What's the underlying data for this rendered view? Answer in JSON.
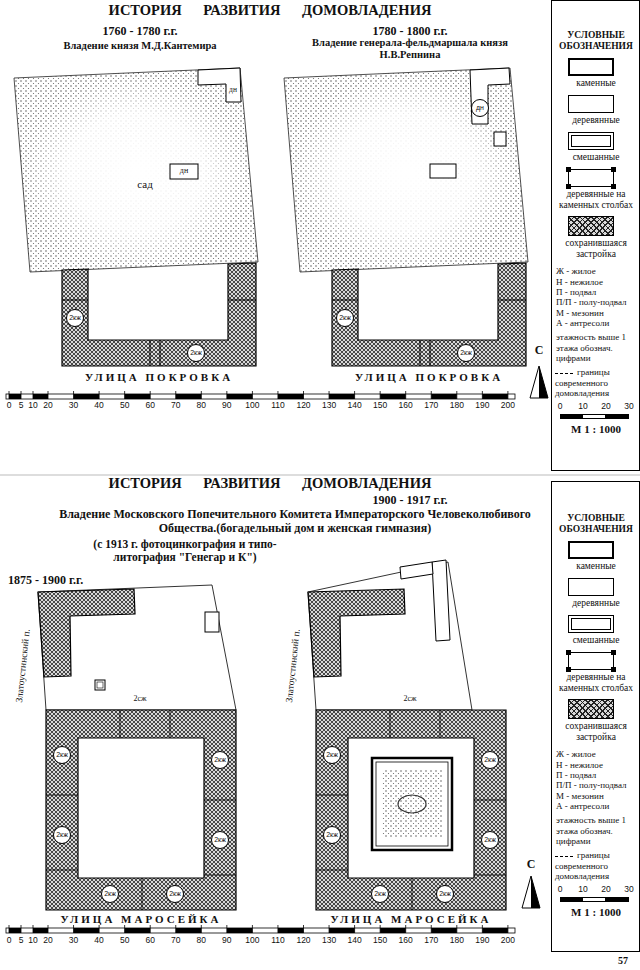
{
  "diagram": {
    "title": "ИСТОРИЯ РАЗВИТИЯ ДОМОВЛАДЕНИЯ",
    "labels": [
      "1760 - 1780 г.г.",
      "Владение князя М.Д.Кантемира",
      "1780 - 1800 г.г.",
      "Владение генерала-фельдмаршала князя Н.В.Репнина",
      "дн",
      "сад",
      "дн",
      "дн",
      "2кж",
      "2кж",
      "2кж",
      "2кж",
      "УЛИЦА ПОКРОВКА",
      "УЛИЦА ПОКРОВКА",
      "С",
      "0",
      "5",
      "10",
      "20",
      "30",
      "40",
      "50",
      "60",
      "70",
      "80",
      "90",
      "100",
      "110",
      "120",
      "130",
      "140",
      "150",
      "160",
      "170",
      "180",
      "190",
      "200",
      "УСЛОВНЫЕ ОБОЗНАЧЕНИЯ",
      "Ж - жилое",
      "Н - нежилое",
      "П - подвал",
      "П/П - полу-подвал",
      "М - мезонин",
      "А - антресоли",
      "этажность выше 1 этажа обознач. цифрами",
      "0",
      "10",
      "20",
      "30",
      "М 1 : 1000",
      "ИСТОРИЯ РАЗВИТИЯ ДОМОВЛАДЕНИЯ",
      "1875 - 1900 г.г.",
      "1900 - 1917 г.г.",
      "Владение Московского Попечительного Комитета Императорского Человеколюбивого Общества.(богадельный дом и женская гимназия)",
      "(с 1913 г. фотоцинкография и типо-литография \"Генегар и К\")",
      "Златоустинский п.",
      "Златоустинский п.",
      "2сж",
      "2сж",
      "2кж",
      "2кж",
      "2кж",
      "2кж",
      "2кж",
      "2кж",
      "2кж",
      "2кж",
      "2кж",
      "2кж",
      "2кж",
      "2кж",
      "УЛИЦА МАРОСЕЙКА",
      "УЛИЦА МАРОСЕЙКА",
      "С",
      "0",
      "5",
      "10",
      "20",
      "30",
      "40",
      "50",
      "60",
      "70",
      "80",
      "90",
      "100",
      "110",
      "120",
      "130",
      "140",
      "150",
      "160",
      "170",
      "180",
      "190",
      "200",
      "УСЛОВНЫЕ ОБОЗНАЧЕНИЯ",
      "Ж - жилое",
      "Н - нежилое",
      "П - подвал",
      "П/П - полу-подвал",
      "М - мезонин",
      "А - антресоли",
      "этажность выше 1 этажа обознач. цифрами",
      "0",
      "10",
      "20",
      "30",
      "М 1 : 1000",
      "57"
    ],
    "legend": [
      {
        "text": "каменные"
      },
      {
        "text": "деревянные"
      },
      {
        "text": "смешанные"
      },
      {
        "text": "деревянные на каменных столбах"
      },
      {
        "text": "сохранившаяся застройка"
      },
      {
        "text": "границы современного домовладения"
      },
      {
        "text": "каменные"
      },
      {
        "text": "деревянные"
      },
      {
        "text": "смешанные"
      },
      {
        "text": "деревянные на каменных столбах"
      },
      {
        "text": "сохранившаяся застройка"
      },
      {
        "text": "границы современного домовладения"
      }
    ]
  }
}
